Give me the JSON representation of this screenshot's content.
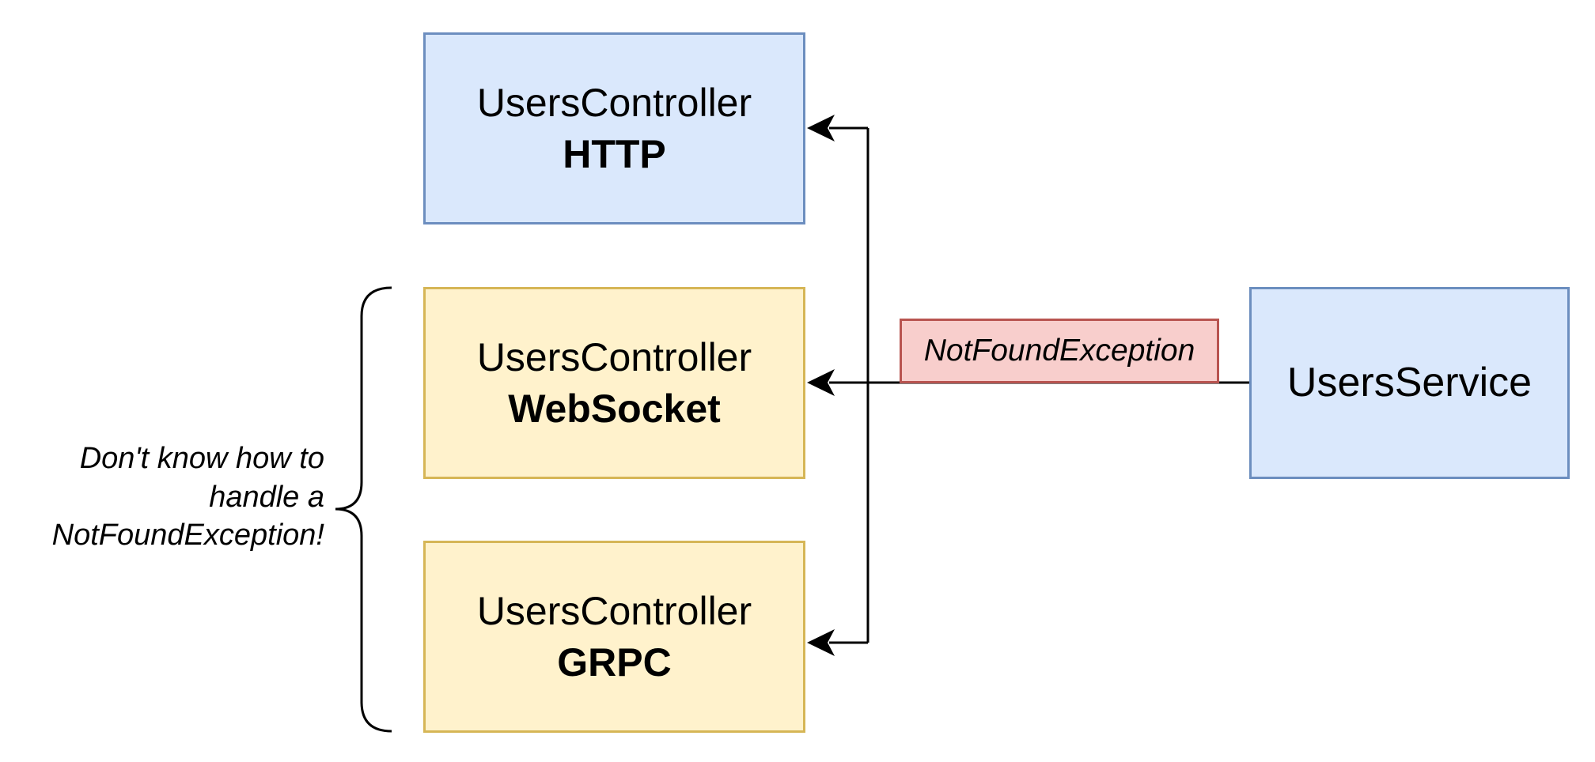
{
  "nodes": {
    "http": {
      "title": "UsersController",
      "protocol": "HTTP"
    },
    "websocket": {
      "title": "UsersController",
      "protocol": "WebSocket"
    },
    "grpc": {
      "title": "UsersController",
      "protocol": "GRPC"
    },
    "service": {
      "title": "UsersService"
    }
  },
  "edge_label": "NotFoundException",
  "brace_note": {
    "lines": [
      "Don't know how to",
      "handle a",
      "NotFoundException!"
    ]
  },
  "colors": {
    "blue_fill": "#dae8fc",
    "blue_stroke": "#6c8ebf",
    "yellow_fill": "#fff2cc",
    "yellow_stroke": "#d6b656",
    "red_fill": "#f8cecc",
    "red_stroke": "#b85450"
  }
}
